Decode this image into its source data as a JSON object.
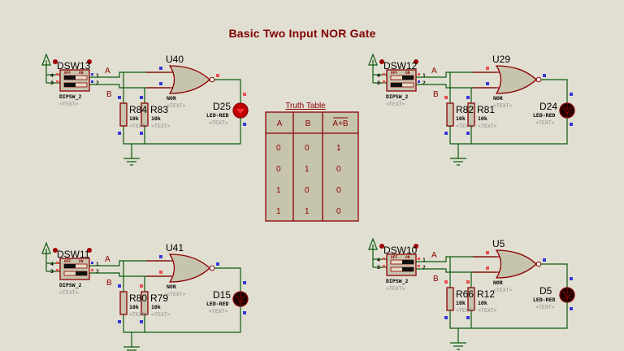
{
  "title": "Basic Two Input NOR Gate",
  "truth_table": {
    "caption": "Truth Table",
    "headers": [
      "A",
      "B",
      "A+B"
    ],
    "output_overline": true,
    "rows": [
      [
        "0",
        "0",
        "1"
      ],
      [
        "0",
        "1",
        "0"
      ],
      [
        "1",
        "0",
        "0"
      ],
      [
        "1",
        "1",
        "0"
      ]
    ]
  },
  "circuits": [
    {
      "switch": "DSW13",
      "switch_type": "DIPSW_2",
      "gate": "U40",
      "gate_type": "NOR",
      "r1": "R84",
      "r2": "R83",
      "r_value": "10k",
      "led": "D25",
      "led_type": "LED-RED",
      "led_on": true,
      "input_a": 0,
      "input_b": 0,
      "pin_a_state": "low",
      "pin_b_state": "low",
      "out_state": "high",
      "label_a": "A",
      "label_b": "B",
      "placeholder": "<TEXT>",
      "pins": [
        "4",
        "3",
        "1",
        "2"
      ],
      "sw_off": "OFF",
      "sw_on": "ON"
    },
    {
      "switch": "DSW12",
      "switch_type": "DIPSW_2",
      "gate": "U29",
      "gate_type": "NOR",
      "r1": "R82",
      "r2": "R81",
      "r_value": "10k",
      "led": "D24",
      "led_type": "LED-RED",
      "led_on": false,
      "input_a": 1,
      "input_b": 0,
      "pin_a_state": "high",
      "pin_b_state": "low",
      "out_state": "low",
      "label_a": "A",
      "label_b": "B",
      "placeholder": "<TEXT>",
      "pins": [
        "4",
        "3",
        "1",
        "2"
      ],
      "sw_off": "OFF",
      "sw_on": "ON"
    },
    {
      "switch": "DSW11",
      "switch_type": "DIPSW_2",
      "gate": "U41",
      "gate_type": "NOR",
      "r1": "R80",
      "r2": "R79",
      "r_value": "10k",
      "led": "D15",
      "led_type": "LED-RED",
      "led_on": false,
      "input_a": 0,
      "input_b": 1,
      "pin_a_state": "low",
      "pin_b_state": "high",
      "out_state": "low",
      "label_a": "A",
      "label_b": "B",
      "placeholder": "<TEXT>",
      "pins": [
        "4",
        "3",
        "1",
        "2"
      ],
      "sw_off": "OFF",
      "sw_on": "ON"
    },
    {
      "switch": "DSW10",
      "switch_type": "DIPSW_2",
      "gate": "U5",
      "gate_type": "NOR",
      "r1": "R66",
      "r2": "R12",
      "r_value": "10k",
      "led": "D5",
      "led_type": "LED-RED",
      "led_on": false,
      "input_a": 1,
      "input_b": 1,
      "pin_a_state": "high",
      "pin_b_state": "high",
      "out_state": "low",
      "label_a": "A",
      "label_b": "B",
      "placeholder": "<TEXT>",
      "pins": [
        "4",
        "3",
        "1",
        "2"
      ],
      "sw_off": "OFF",
      "sw_on": "ON"
    }
  ],
  "colors": {
    "background": "#e1dfd2",
    "wire": "#0b5a0b",
    "device": "#8b0000",
    "body": "#c7c4ae",
    "pin_high": "#e85050",
    "pin_low": "#3838d8",
    "led_on": "#c00000",
    "led_off": "#1a0000"
  }
}
